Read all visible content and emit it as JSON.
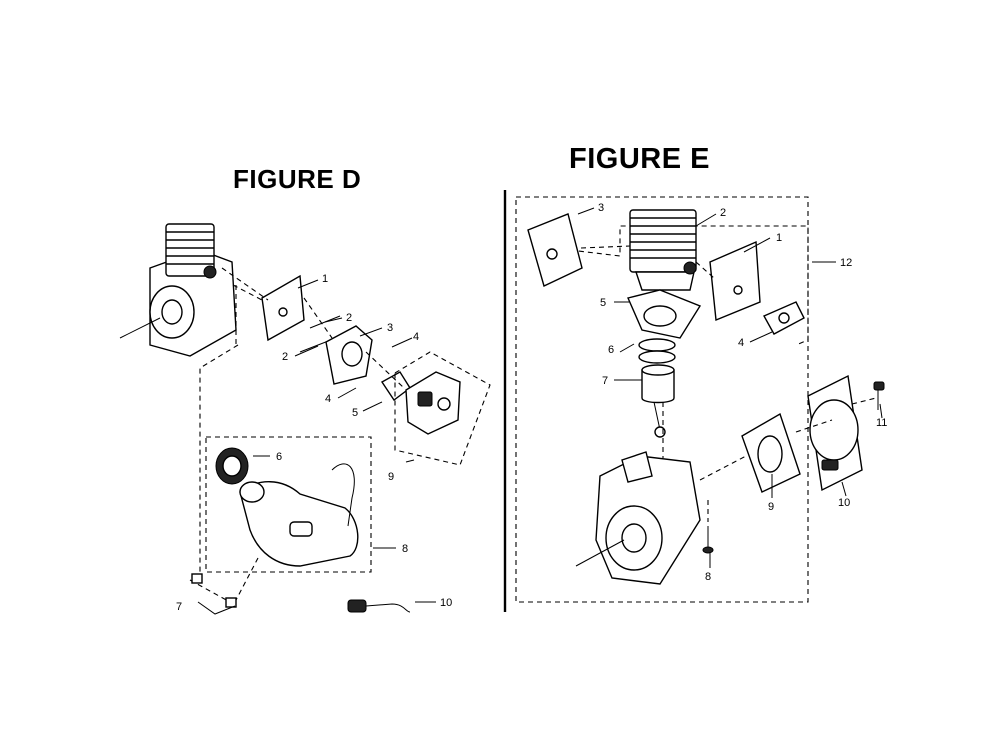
{
  "figure_d": {
    "title": "FIGURE D",
    "callouts": {
      "c1": "1",
      "c2a": "2",
      "c2b": "2",
      "c3": "3",
      "c4a": "4",
      "c4b": "4",
      "c5": "5",
      "c6": "6",
      "c7": "7",
      "c8": "8",
      "c9": "9",
      "c10": "10"
    }
  },
  "figure_e": {
    "title": "FIGURE E",
    "callouts": {
      "c1": "1",
      "c2": "2",
      "c3": "3",
      "c4": "4",
      "c5": "5",
      "c6": "6",
      "c7": "7",
      "c8": "8",
      "c9": "9",
      "c10": "10",
      "c11": "11",
      "c12": "12"
    }
  }
}
